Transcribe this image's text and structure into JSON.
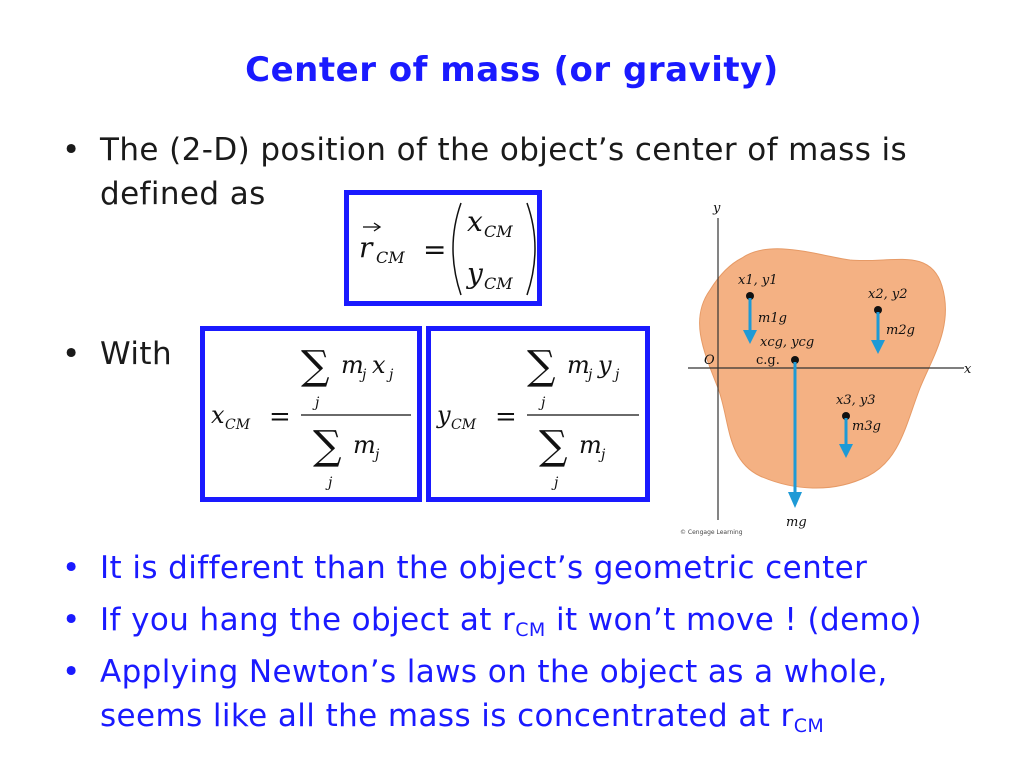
{
  "title": "Center of mass (or gravity)",
  "bullets": {
    "b1": {
      "line1": "The (2-D) position of the object’s center of mass is",
      "line2": "defined as"
    },
    "b2": "With",
    "b3": "It is different than the object’s geometric center",
    "b4": {
      "before": "If you hang the object at r",
      "sub": "CM",
      "after": " it won’t move !  (demo)"
    },
    "b5": {
      "line1": "Applying Newton’s laws on the object as a whole,",
      "line2_before": "seems like all the mass is concentrated at r",
      "line2_sub": "CM"
    }
  },
  "bullet_glyph": "•",
  "equations": {
    "rcm": {
      "lhs": "r",
      "lhs_sub": "CM",
      "eq": "=",
      "top": "x",
      "top_sub": "CM",
      "bottom": "y",
      "bottom_sub": "CM"
    },
    "xcm": {
      "lhs": "x",
      "lhs_sub": "CM",
      "eq": "=",
      "sum": "∑",
      "num_m": "m",
      "num_j": "j",
      "num_var": "x",
      "idx": "j",
      "den_m": "m"
    },
    "ycm": {
      "lhs": "y",
      "lhs_sub": "CM",
      "eq": "=",
      "sum": "∑",
      "num_m": "m",
      "num_j": "j",
      "num_var": "y",
      "idx": "j",
      "den_m": "m"
    }
  },
  "diagram": {
    "axis_x": "x",
    "axis_y": "y",
    "origin": "O",
    "p1": {
      "coord": "x1, y1",
      "force": "m1g"
    },
    "p2": {
      "coord": "x2, y2",
      "force": "m2g"
    },
    "p3": {
      "coord": "x3, y3",
      "force": "m3g"
    },
    "cg_coord": "xcg, ycg",
    "cg_label": "c.g.",
    "total_force": "mg",
    "credit": "© Cengage Learning"
  },
  "colors": {
    "accent": "#1a1aff",
    "body": "#f4b183",
    "arrow": "#1e9ad6"
  }
}
